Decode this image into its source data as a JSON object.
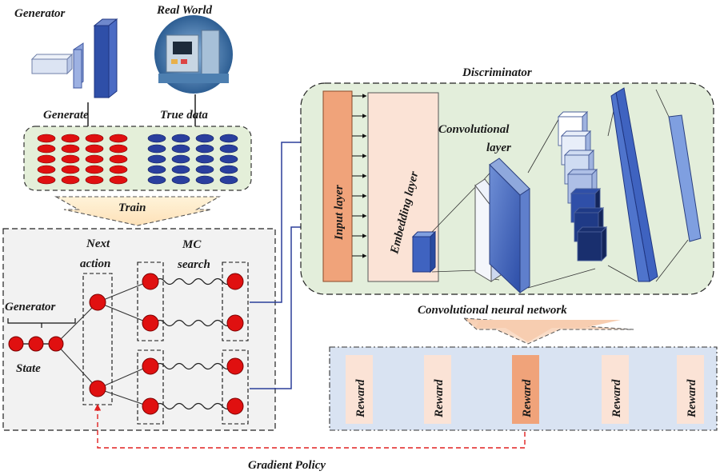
{
  "generator_top": {
    "label": "Generator",
    "action_label": "Generate"
  },
  "real_world": {
    "label": "Real World",
    "action_label": "True data"
  },
  "train": {
    "label": "Train"
  },
  "sequence_panel": {
    "generator_label": "Generator",
    "state_label": "State",
    "next_action_label": [
      "Next",
      "action"
    ],
    "mc_search_label": [
      "MC",
      "search"
    ]
  },
  "discriminator": {
    "title": "Discriminator",
    "input_layer": "Input layer",
    "embedding_layer": "Embedding layer",
    "conv_layer_label": [
      "Convolutional",
      "layer"
    ],
    "network_label": "Convolutional neural network"
  },
  "rewards": [
    "Reward",
    "Reward",
    "Reward",
    "Reward",
    "Reward"
  ],
  "policy": {
    "label": "Gradient Policy"
  },
  "icons": [
    "generator-blocks-icon",
    "factory-machine-icon"
  ],
  "colors": {
    "red_token": "#e01010",
    "blue_token": "#2a3f9e",
    "input_layer": "#f0a37a",
    "embedding_layer": "#fbe3d6",
    "discriminator_bg": "#e3eedb",
    "reward_bg": "#d9e3f2",
    "policy_arrow": "#e02020",
    "connector": "#2b3f9a"
  }
}
